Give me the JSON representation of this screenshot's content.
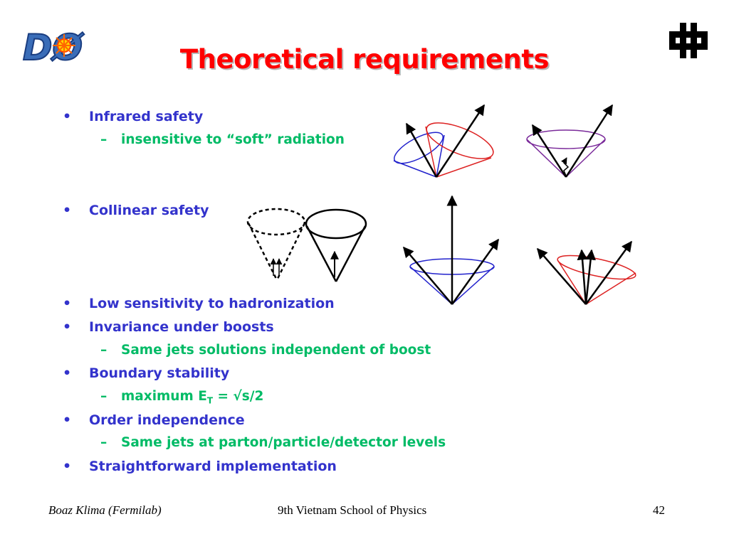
{
  "slide": {
    "title": "Theoretical requirements",
    "bullets": [
      {
        "level": 1,
        "marker": "•",
        "text": "Infrared safety"
      },
      {
        "level": 2,
        "marker": "–",
        "text": "insensitive to “soft” radiation"
      },
      {
        "level": 1,
        "marker": "•",
        "text": "Collinear safety"
      },
      {
        "level": 1,
        "marker": "•",
        "text": "Low sensitivity to hadronization"
      },
      {
        "level": 1,
        "marker": "•",
        "text": "Invariance under boosts"
      },
      {
        "level": 2,
        "marker": "–",
        "text": "Same jets solutions independent of boost"
      },
      {
        "level": 1,
        "marker": "•",
        "text": "Boundary stability"
      },
      {
        "level": 2,
        "marker": "–",
        "text_prefix": "maximum E",
        "subscript": "T",
        "text_suffix": " = √s/2"
      },
      {
        "level": 1,
        "marker": "•",
        "text": "Order independence"
      },
      {
        "level": 2,
        "marker": "–",
        "text": "Same jets at parton/particle/detector levels"
      },
      {
        "level": 1,
        "marker": "•",
        "text": "Straightforward implementation"
      }
    ]
  },
  "logos": {
    "left": {
      "icon": "dzero-logo-icon",
      "text": "DØ"
    },
    "right": {
      "icon": "fermilab-logo-icon"
    }
  },
  "footer": {
    "left": "Boaz Klima (Fermilab)",
    "center": "9th Vietnam School of Physics",
    "page_number": "42"
  },
  "colors": {
    "title": "#ff0000",
    "level1_text": "#3333cc",
    "level2_text": "#00bb66",
    "cone_blue": "#2222cc",
    "cone_red": "#dd2222",
    "cone_purple": "#7a2a9a"
  }
}
